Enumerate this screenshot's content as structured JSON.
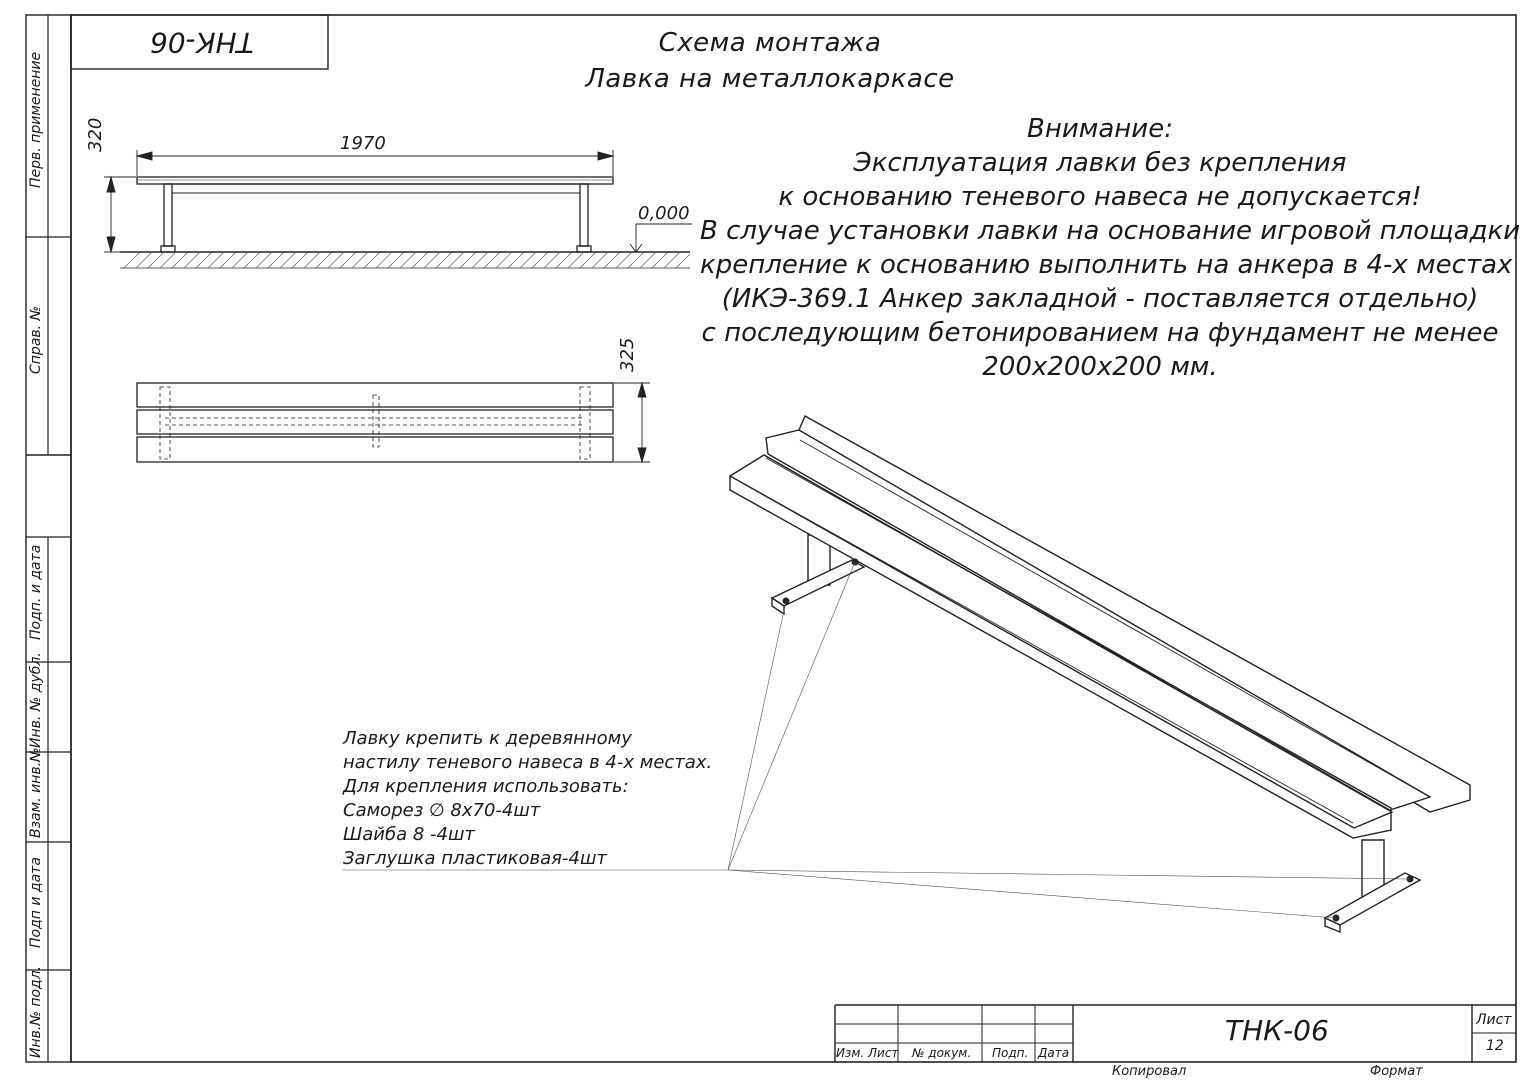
{
  "sheet": {
    "code_mirrored": "ТНК-06",
    "title_line1": "Схема монтажа",
    "title_line2": "Лавка на металлокаркасе"
  },
  "side_labels": {
    "perv_primenenie": "Перв. применение",
    "sprav_no": "Справ. №",
    "podp_data_top": "Подп. и дата",
    "inv_dubl": "Инв. № дубл.",
    "vzam_inv": "Взам. инв.№",
    "podp_data_bottom": "Подп и дата",
    "inv_podl": "Инв.№ подл."
  },
  "dimensions": {
    "length": "1970",
    "height": "320",
    "width": "325",
    "level": "0,000"
  },
  "warning": {
    "lines": [
      "Внимание:",
      "Эксплуатация лавки без крепления",
      "к основанию теневого навеса не допускается!",
      "В случае установки лавки на основание игровой площадки",
      "крепление к основанию выполнить на анкера в 4-х местах",
      "(ИКЭ-369.1 Анкер закладной - поставляется отдельно)",
      "с последующим бетонированием на фундамент не менее",
      "200х200х200 мм."
    ]
  },
  "mounting_note": {
    "lines": [
      "Лавку крепить к деревянному",
      " настилу теневого навеса в 4-х местах.",
      "Для крепления использовать:",
      "Саморез ∅ 8х70-4шт",
      "Шайба 8 -4шт",
      "Заглушка пластиковая-4шт"
    ]
  },
  "title_block": {
    "izm_list": "Изм.",
    "list_label": "Лист",
    "doc_no": "№ докум.",
    "podp": "Подп.",
    "data": "Дата",
    "code": "ТНК-06",
    "sheet_label": "Лист",
    "sheet_number": "12",
    "kopiroval": "Копировал",
    "format": "Формат"
  }
}
